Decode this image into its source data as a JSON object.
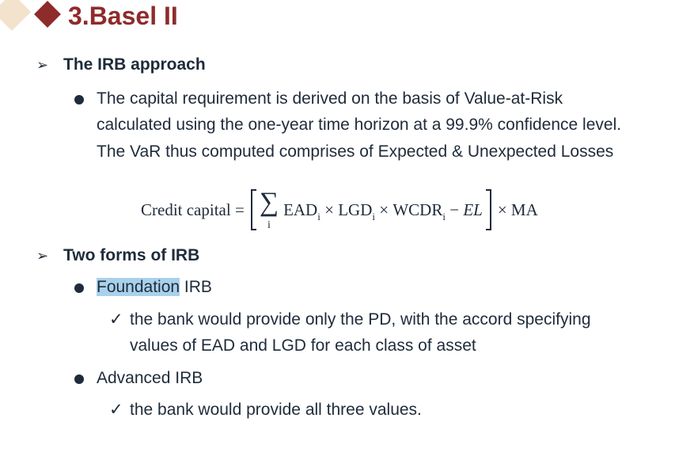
{
  "title": "3.Basel II",
  "sections": [
    {
      "heading": "The IRB approach",
      "bullets": [
        {
          "lines": [
            "The capital requirement is derived on the basis of Value-at-Risk",
            "calculated using the one-year time horizon at a 99.9% confidence level.",
            "The VaR thus computed comprises of Expected & Unexpected Losses"
          ]
        }
      ],
      "formula": {
        "lhs": "Credit capital =",
        "sum_index": "i",
        "ead": "EAD",
        "lgd": "LGD",
        "wcdr": "WCDR",
        "sub": "i",
        "times": "×",
        "minus": "−",
        "el": "EL",
        "ma": "MA"
      }
    },
    {
      "heading": "Two forms of IRB",
      "bullets": [
        {
          "label_highlight": "Foundation",
          "label_rest": " IRB",
          "check_lines": [
            "the bank would provide only the PD, with the accord specifying",
            "values of EAD and LGD for each class of asset"
          ]
        },
        {
          "label": "Advanced IRB",
          "check_lines": [
            "the bank would provide all three values."
          ]
        }
      ]
    }
  ],
  "colors": {
    "title": "#8e2b2b",
    "text": "#1f2b3a",
    "highlight": "#a9d1ec"
  }
}
